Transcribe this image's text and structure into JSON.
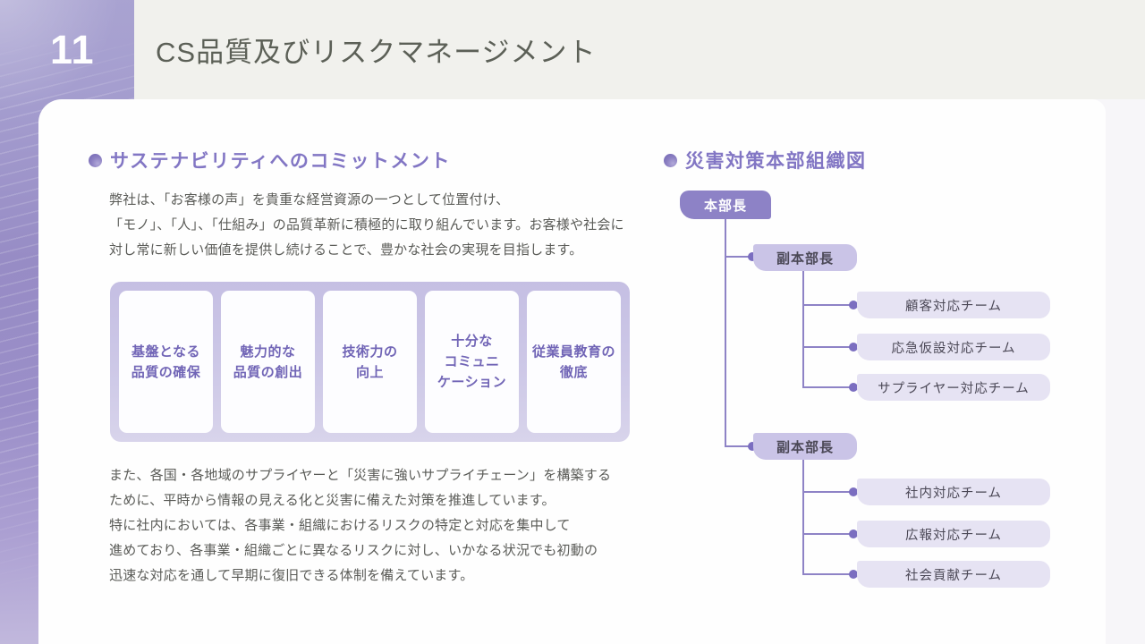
{
  "sidebar": {
    "page_number": "11"
  },
  "header": {
    "title": "CS品質及びリスクマネージメント"
  },
  "left_section": {
    "heading": "サステナビリティへのコミットメント",
    "paragraph1_lines": [
      "弊社は、「お客様の声」を貴重な経営資源の一つとして位置付け、",
      "「モノ」、「人」、「仕組み」の品質革新に積極的に取り組んでいます。お客様や社会に",
      "対し常に新しい価値を提供し続けることで、豊かな社会の実現を目指します。"
    ],
    "quality_items": [
      [
        "基盤となる",
        "品質の確保"
      ],
      [
        "魅力的な",
        "品質の創出"
      ],
      [
        "技術力の",
        "向上"
      ],
      [
        "十分な",
        "コミュニ",
        "ケーション"
      ],
      [
        "従業員教育の",
        "徹底"
      ]
    ],
    "paragraph2_lines": [
      "また、各国・各地域のサプライヤーと「災害に強いサプライチェーン」を構築する",
      "ために、平時から情報の見える化と災害に備えた対策を推進しています。",
      "特に社内においては、各事業・組織におけるリスクの特定と対応を集中して",
      "進めており、各事業・組織ごとに異なるリスクに対し、いかなる状況でも初動の",
      "迅速な対応を通して早期に復旧できる体制を備えています。"
    ]
  },
  "right_section": {
    "heading": "災害対策本部組織図",
    "org_chart": {
      "root_label": "本部長",
      "branches": [
        {
          "label": "副本部長",
          "teams": [
            "顧客対応チーム",
            "応急仮設対応チーム",
            "サプライヤー対応チーム"
          ]
        },
        {
          "label": "副本部長",
          "teams": [
            "社内対応チーム",
            "広報対応チーム",
            "社会貢献チーム"
          ]
        }
      ]
    }
  },
  "colors": {
    "accent_purple": "#8276c4",
    "sidebar_purple": "#998ec7",
    "header_bg": "#f1f1ed",
    "card_bg": "#fefefe",
    "title_text": "#5c6057",
    "body_text": "#5a5b57",
    "quality_panel_bg": "#c5bfe3",
    "quality_box_text": "#7165b6",
    "org_root_bg": "#8d82c6",
    "org_branch_bg": "#cac4e7",
    "org_team_bg": "#e6e3f3",
    "connector": "#8e83c6"
  }
}
